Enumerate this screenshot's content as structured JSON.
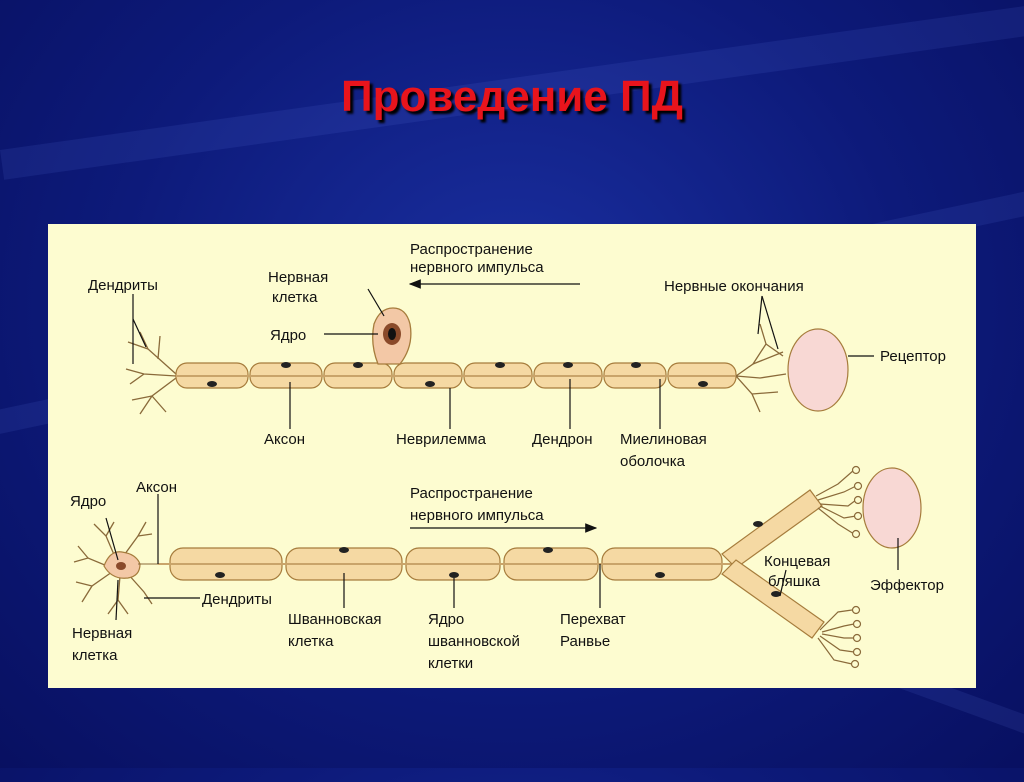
{
  "title": "Проведение ПД",
  "top_diagram": {
    "direction_label": [
      "Распространение",
      "нервного импульса"
    ],
    "dendrites": "Дендриты",
    "nerve_cell": [
      "Нервная",
      "клетка"
    ],
    "nucleus": "Ядро",
    "nerve_endings": "Нервные окончания",
    "receptor": "Рецептор",
    "axon": "Аксон",
    "neurilemma": "Неврилемма",
    "dendron": "Дендрон",
    "myelin_sheath": [
      "Миелиновая",
      "оболочка"
    ]
  },
  "bottom_diagram": {
    "direction_label": [
      "Распространение",
      "нервного импульса"
    ],
    "nucleus": "Ядро",
    "axon": "Аксон",
    "dendrites": "Дендриты",
    "nerve_cell": [
      "Нервная",
      "клетка"
    ],
    "schwann_cell": [
      "Шванновская",
      "клетка"
    ],
    "schwann_nucleus": [
      "Ядро",
      "шванновской",
      "клетки"
    ],
    "node_of_ranvier": [
      "Перехват",
      "Ранвье"
    ],
    "end_plate": [
      "Концевая",
      "бляшка"
    ],
    "effector": "Эффектор"
  },
  "colors": {
    "background": "#0d1a7a",
    "title": "#e8141c",
    "panel": "#fdfcd0",
    "myelin": "#f5d9a3",
    "myelin_stroke": "#a67c3c",
    "cell_body": "#f3c8a6",
    "receptor": "#f8d8d4"
  }
}
